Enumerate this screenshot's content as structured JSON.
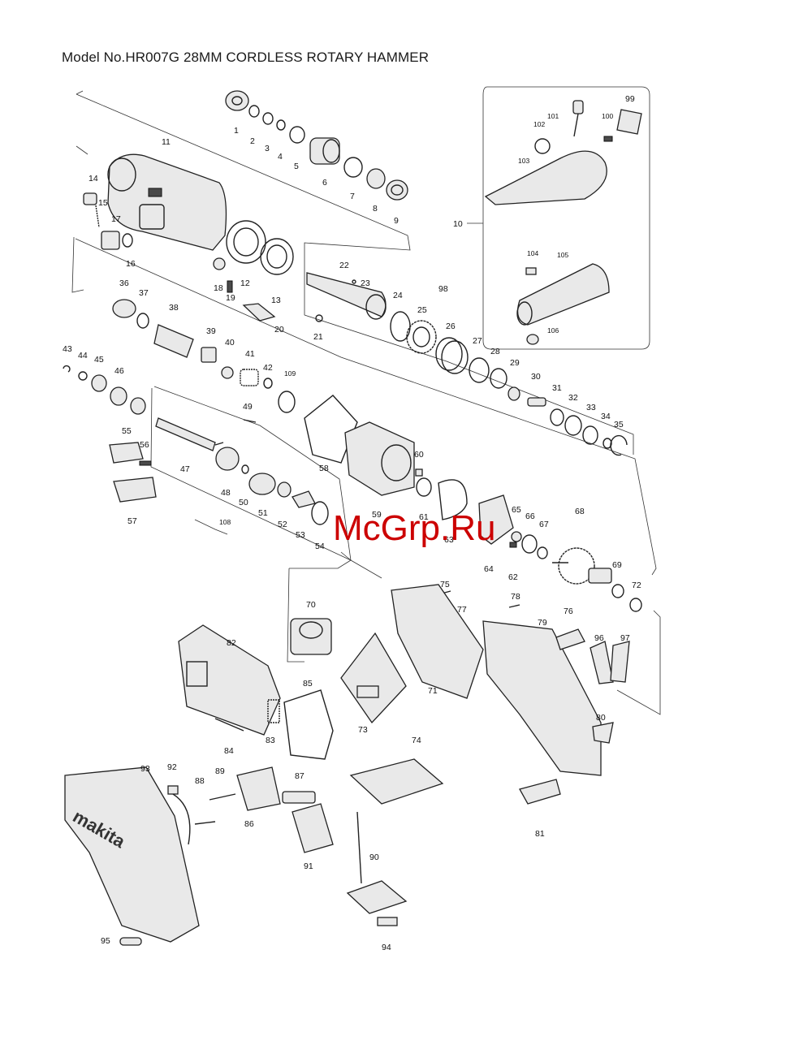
{
  "title": "Model No.HR007G 28MM CORDLESS ROTARY HAMMER",
  "watermark": "McGrp.Ru",
  "brand_text": "makita",
  "callouts": [
    "1",
    "2",
    "3",
    "4",
    "5",
    "6",
    "7",
    "8",
    "9",
    "10",
    "11",
    "12",
    "13",
    "14",
    "15",
    "16",
    "17",
    "18",
    "19",
    "20",
    "21",
    "22",
    "23",
    "24",
    "25",
    "26",
    "27",
    "28",
    "29",
    "30",
    "31",
    "32",
    "33",
    "34",
    "35",
    "36",
    "37",
    "38",
    "39",
    "40",
    "41",
    "42",
    "43",
    "44",
    "45",
    "46",
    "47",
    "48",
    "49",
    "50",
    "51",
    "52",
    "53",
    "54",
    "55",
    "56",
    "57",
    "59",
    "58",
    "60",
    "61",
    "62",
    "63",
    "64",
    "65",
    "66",
    "67",
    "68",
    "69",
    "70",
    "71",
    "72",
    "73",
    "74",
    "75",
    "76",
    "77",
    "78",
    "79",
    "80",
    "81",
    "82",
    "83",
    "84",
    "85",
    "86",
    "87",
    "88",
    "89",
    "90",
    "91",
    "92",
    "93",
    "94",
    "95",
    "96",
    "97",
    "98",
    "99",
    "100",
    "101",
    "102",
    "103",
    "104",
    "105",
    "106",
    "108",
    "109"
  ]
}
